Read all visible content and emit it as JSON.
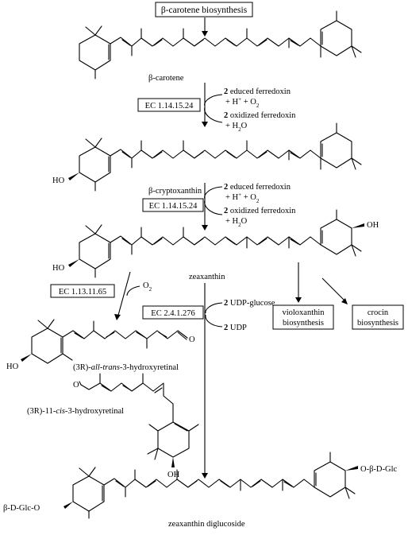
{
  "top_box": "β-carotene biosynthesis",
  "compounds": {
    "beta_carotene": "β-carotene",
    "beta_cryptoxanthin": "β-cryptoxanthin",
    "zeaxanthin": "zeaxanthin",
    "hydroxyretinal_trans_prefix": "(3R)-",
    "hydroxyretinal_trans_italic": "all-trans",
    "hydroxyretinal_trans_suffix": "-3-hydroxyretinal",
    "hydroxyretinal_cis_prefix": "(3R)-11-",
    "hydroxyretinal_cis_italic": "cis",
    "hydroxyretinal_cis_suffix": "-3-hydroxyretinal",
    "zeaxanthin_diglucoside": "zeaxanthin diglucoside"
  },
  "enzymes": {
    "step1": "EC 1.14.15.24",
    "step2": "EC 1.14.15.24",
    "cleavage": "EC 1.13.11.65",
    "glucosylation": "EC 2.4.1.276"
  },
  "cofactors": {
    "coef": "2",
    "reduced_ferredoxin": " educed ferredoxin",
    "proton_oxygen": "+ H+ + O2",
    "oxidized_ferredoxin": " oxidized ferredoxin",
    "water": "+ H2O",
    "o2": "O2",
    "udp_glucose": " UDP-glucose",
    "udp": " UDP"
  },
  "branches": {
    "violoxanthin": [
      "violoxanthin",
      "biosynthesis"
    ],
    "crocin": [
      "crocin",
      "biosynthesis"
    ]
  },
  "atoms": {
    "oh": "HO",
    "oh_right": "OH",
    "aldehyde_o": "O",
    "glc_left": "β-D-Glc-O",
    "glc_right": "O-β-D-Glc"
  }
}
